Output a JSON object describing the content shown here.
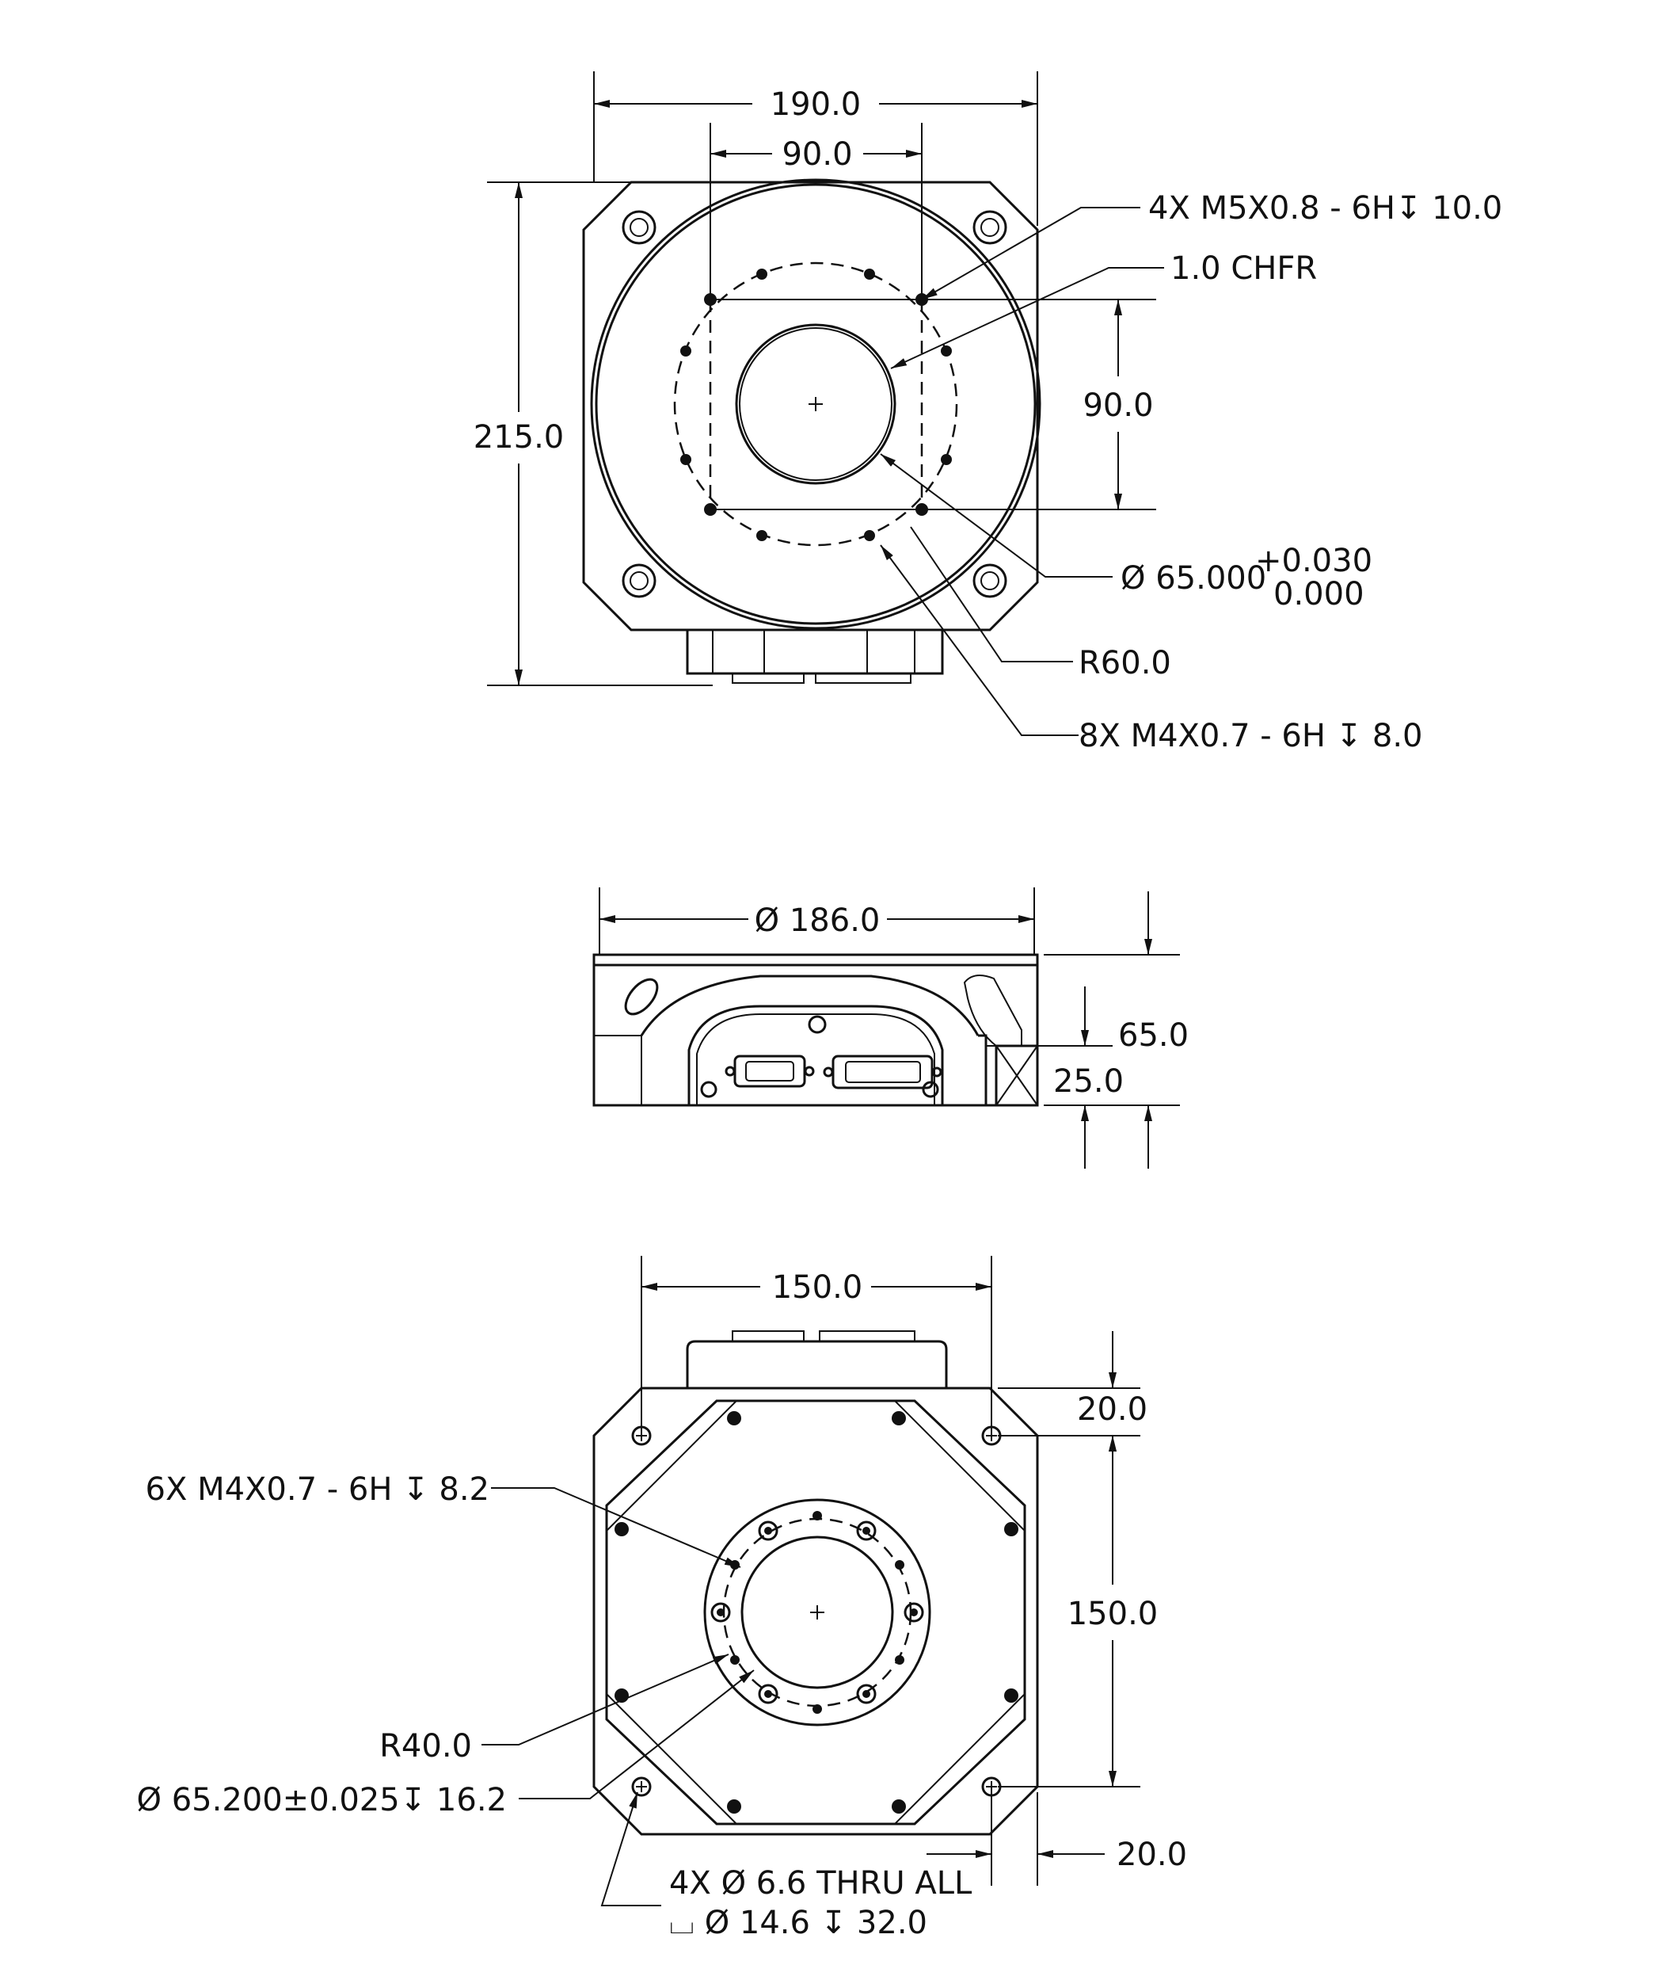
{
  "top_view": {
    "width": "190.0",
    "pattern_width": "90.0",
    "height": "215.0",
    "pattern_height": "90.0",
    "note_holes": "4X M5X0.8 - 6H↧ 10.0",
    "note_chamfer": "1.0 CHFR",
    "bore_diameter": "Ø 65.000",
    "bore_tol_upper": "+0.030",
    "bore_tol_lower": "0.000",
    "radius": "R60.0",
    "note_holes_8x": "8X M4X0.7 - 6H ↧ 8.0"
  },
  "side_view": {
    "diameter": "Ø 186.0",
    "height": "65.0",
    "step": "25.0"
  },
  "bottom_view": {
    "width": "150.0",
    "height": "150.0",
    "offset_top": "20.0",
    "offset_right": "20.0",
    "note_holes_6x": "6X M4X0.7 - 6H ↧ 8.2",
    "radius": "R40.0",
    "bore": "Ø 65.200±0.025↧ 16.2",
    "through_holes": "4X Ø 6.6 THRU ALL",
    "counterbore": "⌴ Ø 14.6 ↧ 32.0"
  }
}
